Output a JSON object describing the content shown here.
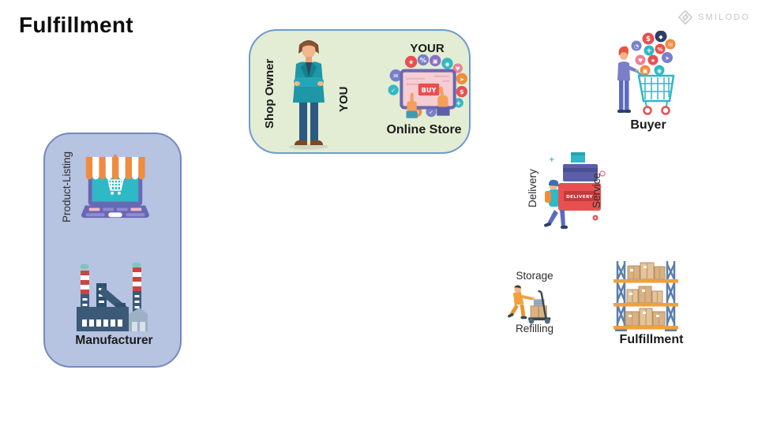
{
  "page": {
    "title": "Fulfillment"
  },
  "logo": {
    "text": "SMILODO"
  },
  "shop_owner_box": {
    "shop_owner_label": "Shop Owner",
    "you_label": "YOU",
    "your_label": "YOUR",
    "online_store_label": "Online Store",
    "buy_button_text": "BUY"
  },
  "manufacturer_box": {
    "product_listing_label": "Product-Listing",
    "manufacturer_label": "Manufacturer"
  },
  "buyer": {
    "label": "Buyer"
  },
  "delivery": {
    "left_label": "Delivery",
    "right_label": "Service",
    "package_label": "DELIVERY"
  },
  "storage": {
    "top_label": "Storage",
    "bottom_label": "Refilling"
  },
  "fulfillment": {
    "label": "Fulfillment"
  },
  "colors": {
    "shop_owner_box_bg": "#e2edd4",
    "shop_owner_box_border": "#6f9ad0",
    "manufacturer_box_bg": "#b6c3e1",
    "manufacturer_box_border": "#7489c0",
    "accent_teal": "#2fb8c5",
    "accent_red": "#e8504f",
    "accent_orange": "#f0a13a",
    "accent_purple": "#5c5fa8",
    "logo_gray": "#c6c6c6"
  }
}
